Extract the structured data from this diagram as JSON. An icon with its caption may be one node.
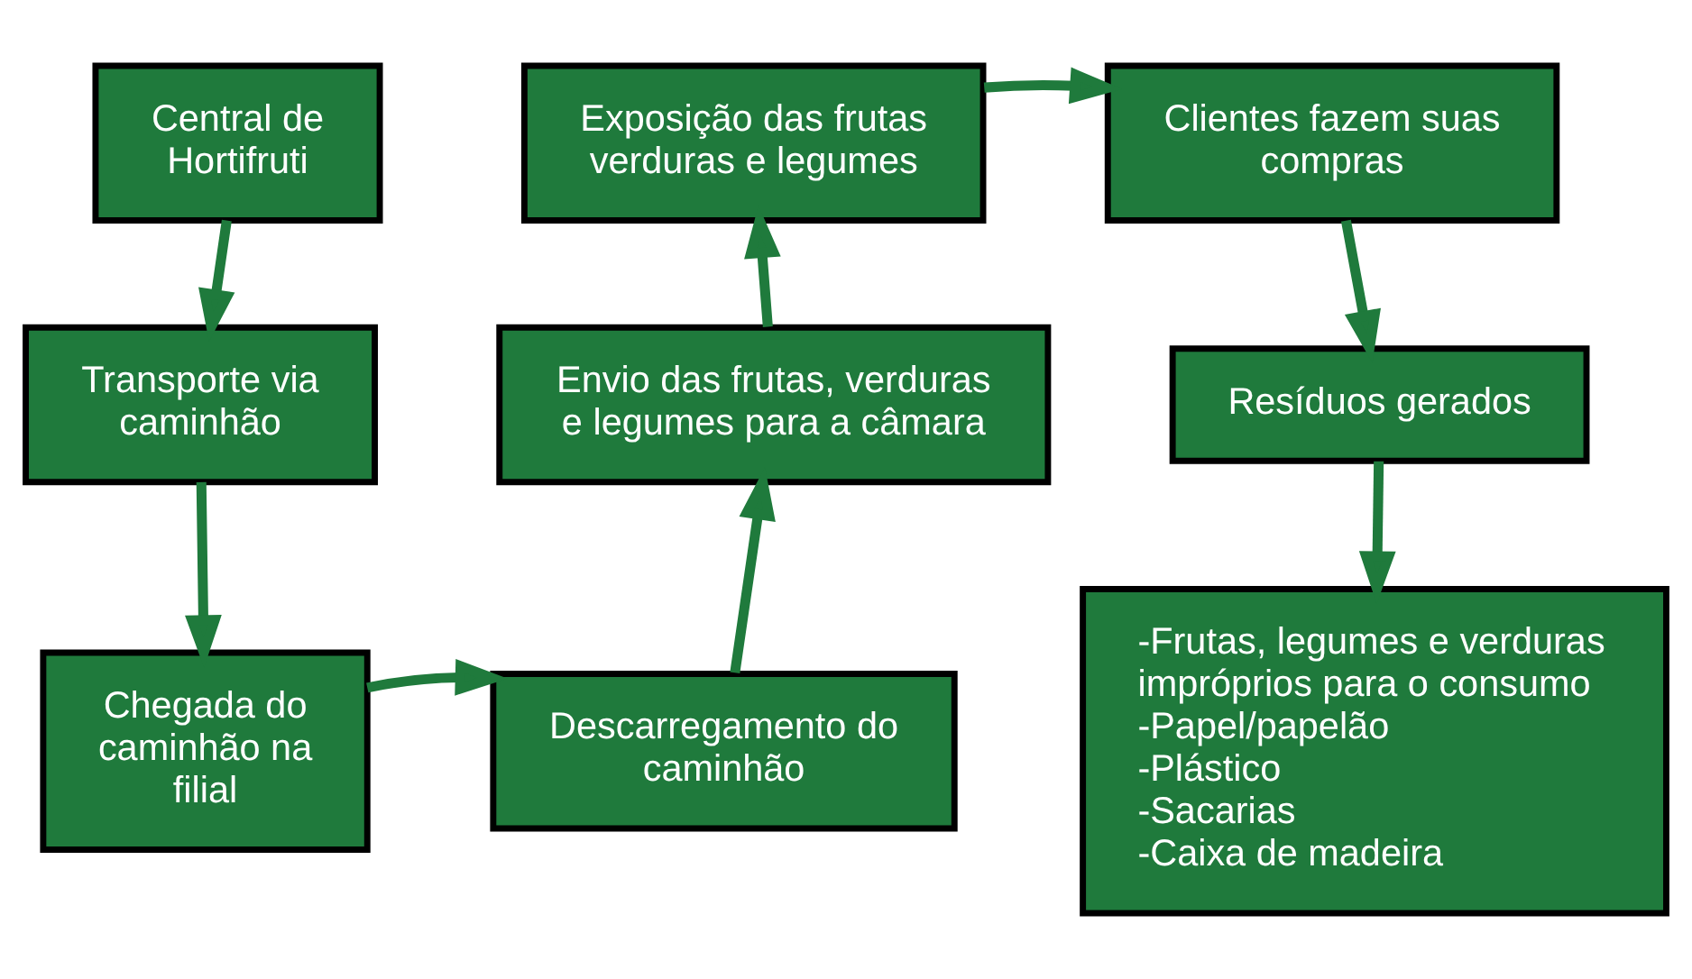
{
  "diagram": {
    "nodes": [
      {
        "text": [
          "Central de Hortifruti"
        ]
      },
      {
        "text": [
          "Transporte via caminhão"
        ]
      },
      {
        "text": [
          "Chegada do caminhão na filial"
        ]
      },
      {
        "text": [
          "Descarregamento do caminhão"
        ]
      },
      {
        "text": [
          "Envio das frutas, verduras e legumes para a câmara"
        ]
      },
      {
        "text": [
          "Exposição das frutas verduras e legumes"
        ]
      },
      {
        "text": [
          "Clientes fazem suas compras"
        ]
      },
      {
        "text": [
          "Resíduos gerados"
        ]
      },
      {
        "text": [
          "-Frutas, legumes e verduras impróprios para o consumo",
          "-Papel/papelão",
          "-Plástico",
          "-Sacarias",
          "-Caixa de madeira"
        ]
      }
    ],
    "edges": [
      {
        "from": 0,
        "to": 1,
        "arrow": "to"
      },
      {
        "from": 1,
        "to": 2,
        "arrow": "to"
      },
      {
        "from": 2,
        "to": 3,
        "arrow": "to"
      },
      {
        "from": 3,
        "to": 4,
        "arrow": "to"
      },
      {
        "from": 4,
        "to": 5,
        "arrow": "to"
      },
      {
        "from": 5,
        "to": 6,
        "arrow": "to"
      },
      {
        "from": 6,
        "to": 7,
        "arrow": "to"
      },
      {
        "from": 7,
        "to": 8,
        "arrow": "to"
      }
    ]
  }
}
